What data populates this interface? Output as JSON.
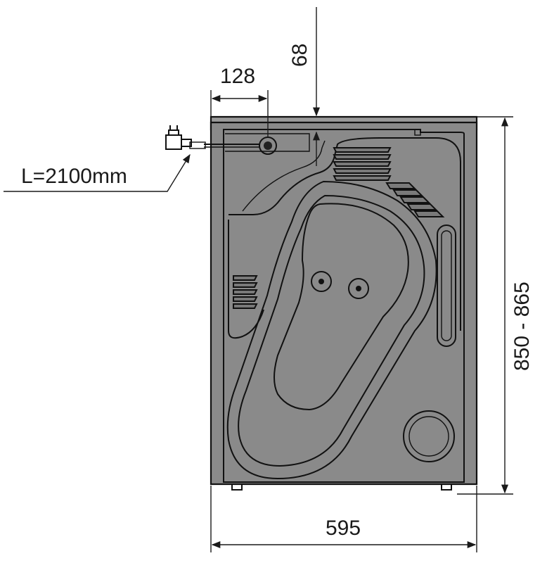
{
  "diagram": {
    "dimensions": {
      "cable_length": "L=2100mm",
      "connection_offset": "128",
      "depth_offset": "68",
      "height": "850 - 865",
      "width": "595"
    },
    "colors": {
      "body_fill": "#8a8a8a",
      "top_fill": "#9a9a9a",
      "panel_fill": "#858585",
      "lines": "#111111",
      "background": "#ffffff"
    }
  }
}
